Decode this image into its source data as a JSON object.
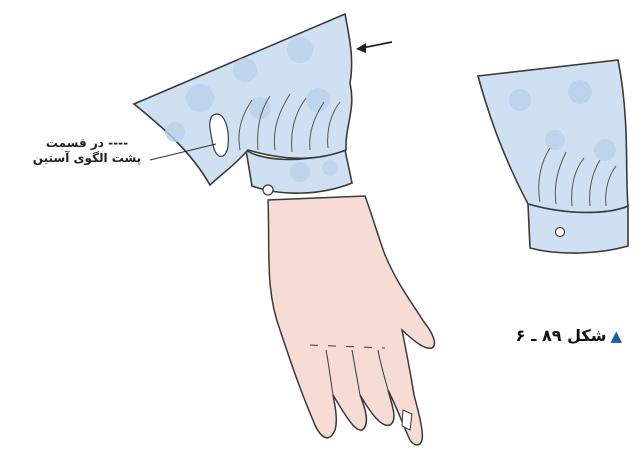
{
  "annotation": {
    "line1": "---- در قسمت",
    "line2": "پشت الگوی آستین"
  },
  "caption": {
    "text": "شکل ۸۹ ـ ۶",
    "marker_icon": "triangle-icon",
    "marker_color": "#1d5aa6"
  },
  "colors": {
    "fabric": "#cfe0f2",
    "fabric_dots": "#b9d0ea",
    "skin": "#f7dcd6",
    "outline": "#3a3a3a"
  }
}
